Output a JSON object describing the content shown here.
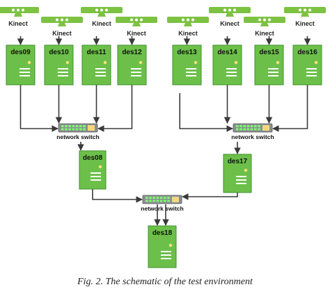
{
  "kinect_label": "Kinect",
  "switch_label": "network switch",
  "caption": "Fig. 2. The schematic of the test environment",
  "colors": {
    "server_fill": "#6cc04a",
    "server_stroke": "#3f8f2c",
    "kinect_bar": "#7dc242",
    "arrow": "#3a3a3a",
    "switch_body": "#8a8f94"
  },
  "servers_top_left": [
    "des09",
    "des10",
    "des11",
    "des12"
  ],
  "servers_top_right": [
    "des13",
    "des14",
    "des15",
    "des16"
  ],
  "server_mid_left": "des08",
  "server_mid_right": "des17",
  "server_bottom": "des18"
}
